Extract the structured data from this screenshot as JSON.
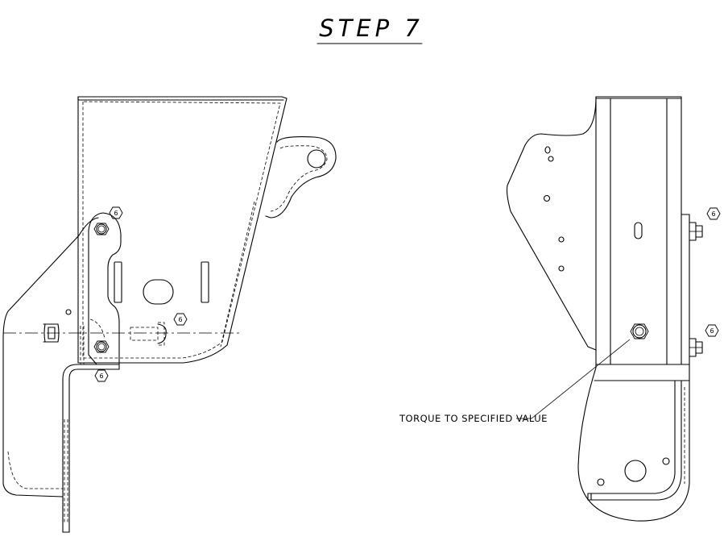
{
  "title": "STEP 7",
  "callout_label": "6",
  "annotation": "TORQUE TO SPECIFIED VALUE"
}
